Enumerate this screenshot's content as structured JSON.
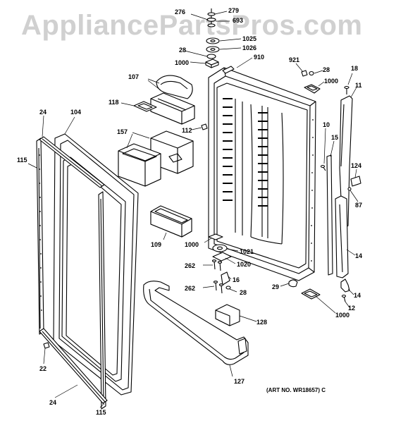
{
  "watermark": "AppliancePartsPros.com",
  "art_note": "(ART NO. WR18657) C",
  "labels": {
    "l276": "276",
    "l279": "279",
    "l693": "693",
    "l1025": "1025",
    "l1026": "1026",
    "l28a": "28",
    "l910": "910",
    "l1000a": "1000",
    "l921": "921",
    "l28b": "28",
    "l18": "18",
    "l1000b": "1000",
    "l11": "11",
    "l107": "107",
    "l118": "118",
    "l112": "112",
    "l24a": "24",
    "l104": "104",
    "l157": "157",
    "l10": "10",
    "l15": "15",
    "l115a": "115",
    "l124": "124",
    "l87": "87",
    "l109": "109",
    "l1000c": "1000",
    "l1021": "1021",
    "l262a": "262",
    "l1020": "1020",
    "l14a": "14",
    "l16": "16",
    "l29": "29",
    "l262b": "262",
    "l28c": "28",
    "l14b": "14",
    "l12": "12",
    "l1000d": "1000",
    "l128": "128",
    "l22": "22",
    "l127": "127",
    "l24b": "24",
    "l115b": "115"
  }
}
